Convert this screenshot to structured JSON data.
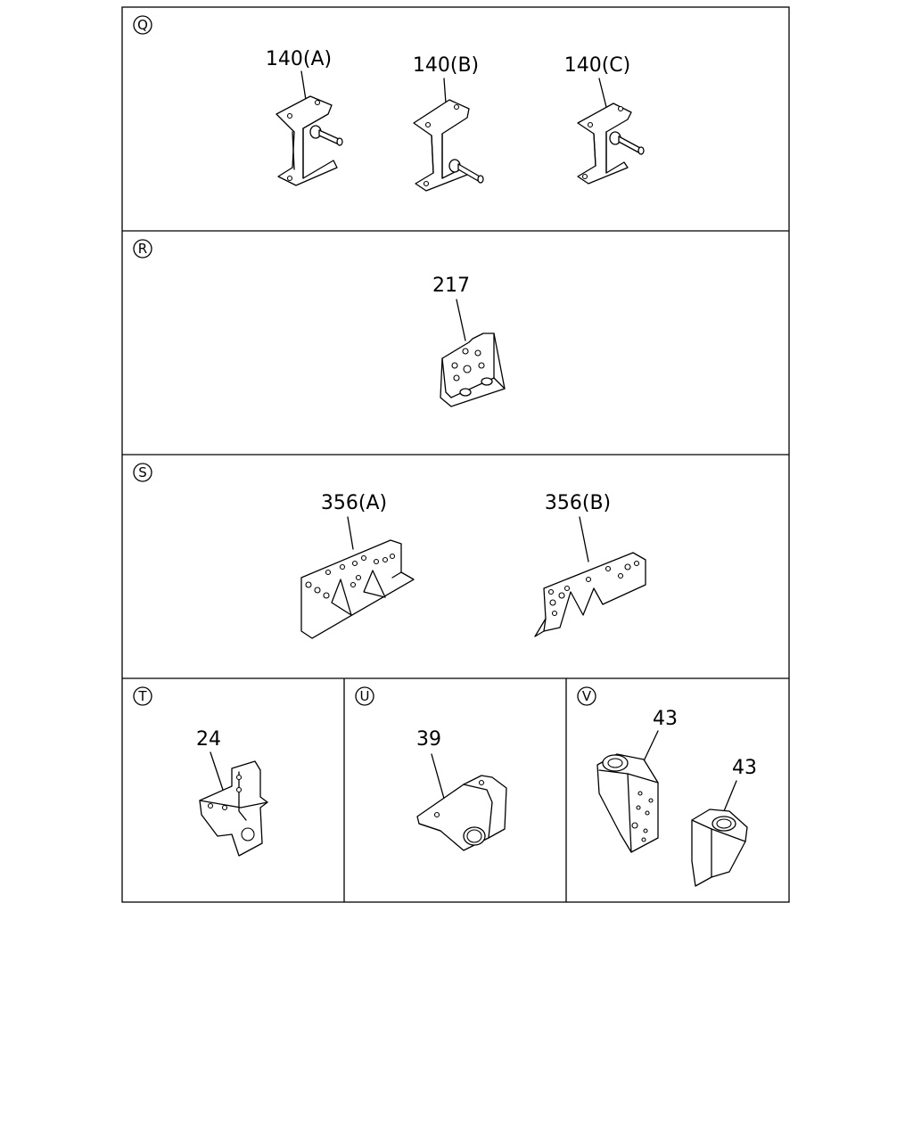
{
  "sections": [
    {
      "letter": "Q",
      "parts": [
        "140(A)",
        "140(B)",
        "140(C)"
      ]
    },
    {
      "letter": "R",
      "parts": [
        "217"
      ]
    },
    {
      "letter": "S",
      "parts": [
        "356(A)",
        "356(B)"
      ]
    },
    {
      "letter": "T",
      "parts": [
        "24"
      ]
    },
    {
      "letter": "U",
      "parts": [
        "39"
      ]
    },
    {
      "letter": "V",
      "parts": [
        "43",
        "43"
      ]
    }
  ]
}
